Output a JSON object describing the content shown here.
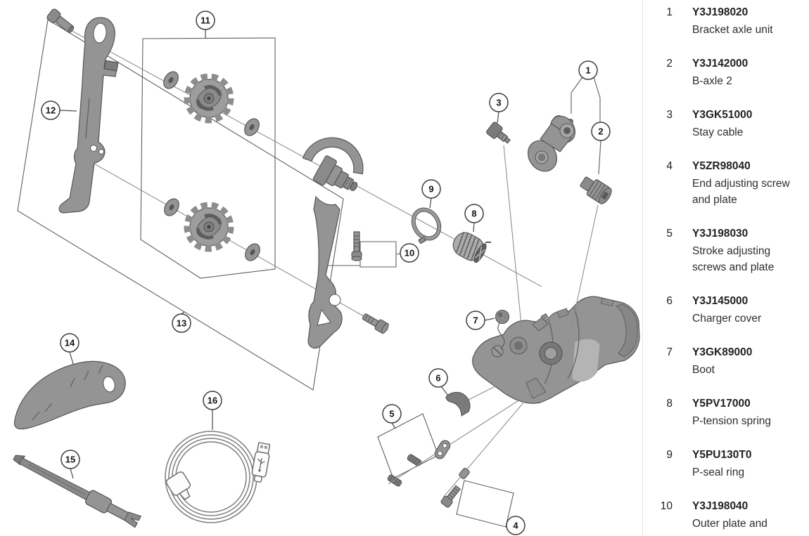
{
  "diagram": {
    "callouts": [
      "1",
      "2",
      "3",
      "4",
      "5",
      "6",
      "7",
      "8",
      "9",
      "10",
      "11",
      "12",
      "13",
      "14",
      "15",
      "16"
    ]
  },
  "parts_list": {
    "rows": [
      {
        "num": "1",
        "code": "Y3J198020",
        "desc": "Bracket axle unit"
      },
      {
        "num": "2",
        "code": "Y3J142000",
        "desc": "B-axle 2"
      },
      {
        "num": "3",
        "code": "Y3GK51000",
        "desc": "Stay cable"
      },
      {
        "num": "4",
        "code": "Y5ZR98040",
        "desc": "End adjusting screw and plate"
      },
      {
        "num": "5",
        "code": "Y3J198030",
        "desc": "Stroke adjusting screws and plate"
      },
      {
        "num": "6",
        "code": "Y3J145000",
        "desc": "Charger cover"
      },
      {
        "num": "7",
        "code": "Y3GK89000",
        "desc": "Boot"
      },
      {
        "num": "8",
        "code": "Y5PV17000",
        "desc": "P-tension spring"
      },
      {
        "num": "9",
        "code": "Y5PU130T0",
        "desc": "P-seal ring"
      },
      {
        "num": "10",
        "code": "Y3J198040",
        "desc": "Outer plate and"
      }
    ]
  },
  "colors": {
    "background": "#ffffff",
    "part_fill": "#949494",
    "part_outline": "#565656",
    "guide_line": "#5f5f5f",
    "leader_line": "#4a4a4a",
    "divider": "#e4e4e4",
    "text": "#202124"
  }
}
